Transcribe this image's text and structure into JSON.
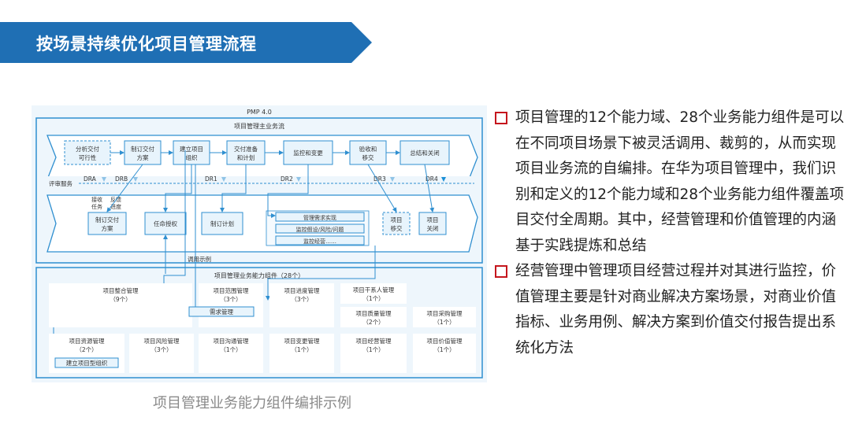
{
  "header": {
    "title": "按场景持续优化项目管理流程"
  },
  "colors": {
    "banner": "#1f6fb4",
    "accent": "#1a8fd6",
    "bullet_mark": "#c5161d",
    "caption": "#8a8a8a"
  },
  "diagram": {
    "top_label": "PMP 4.0",
    "main_flow_title": "项目管理主业务流",
    "flow_steps": [
      {
        "line1": "分析交付",
        "line2": "可行性"
      },
      {
        "line1": "制订交付",
        "line2": "方案"
      },
      {
        "line1": "建立项目",
        "line2": "组织"
      },
      {
        "line1": "交付准备",
        "line2": "和计划"
      },
      {
        "line1": "监控和变更",
        "line2": ""
      },
      {
        "line1": "验收和",
        "line2": "移交"
      },
      {
        "line1": "总结和关闭",
        "line2": ""
      }
    ],
    "review_label": "评审服务",
    "gates": [
      "DRA",
      "DRB",
      "DR1",
      "DR2",
      "DR3",
      "DR4"
    ],
    "sub_labels": {
      "receive": "接收",
      "task": "任务",
      "feedback": "反馈",
      "progress": "进度"
    },
    "sub_steps": [
      {
        "line1": "制订交付",
        "line2": "方案"
      },
      {
        "line1": "任命授权",
        "line2": ""
      },
      {
        "line1": "制订计划",
        "line2": ""
      },
      {
        "line1": "项目",
        "line2": "移交"
      },
      {
        "line1": "项目",
        "line2": "关闭"
      }
    ],
    "monitor_items": [
      "管理需求实现",
      "监控假设/风险/问题",
      "监控经营……"
    ],
    "invoke_label": "调用示例",
    "components_title": "项目管理业务能力组件（28个）",
    "components": [
      {
        "name": "项目整合管理",
        "count": "（9个）"
      },
      {
        "name": "项目范围管理",
        "count": "（3个）"
      },
      {
        "name": "项目进度管理",
        "count": "（3个）"
      },
      {
        "name": "项目干系人管理",
        "count": "（1个）"
      },
      {
        "name": "项目质量管理",
        "count": "（2个）"
      },
      {
        "name": "项目采购管理",
        "count": "（1个）"
      },
      {
        "name": "项目资源管理",
        "count": "（2个）"
      },
      {
        "name": "项目风险管理",
        "count": "（3个）"
      },
      {
        "name": "项目沟通管理",
        "count": "（1个）"
      },
      {
        "name": "项目变更管理",
        "count": "（1个）"
      },
      {
        "name": "项目经营管理",
        "count": "（1个）"
      },
      {
        "name": "项目价值管理",
        "count": "（1个）"
      }
    ],
    "sub_components": [
      "需求管理",
      "建立项目型组织"
    ]
  },
  "caption": "项目管理业务能力组件编排示例",
  "bullets": [
    "项目管理的12个能力域、28个业务能力组件是可以在不同项目场景下被灵活调用、裁剪的，从而实现项目业务流的自编排。在华为项目管理中，我们识别和定义的12个能力域和28个业务能力组件覆盖项目交付全周期。其中，经营管理和价值管理的内涵基于实践提炼和总结",
    "经营管理中管理项目经营过程并对其进行监控，价值管理主要是针对商业解决方案场景，对商业价值指标、业务用例、解决方案到价值交付报告提出系统化方法"
  ]
}
